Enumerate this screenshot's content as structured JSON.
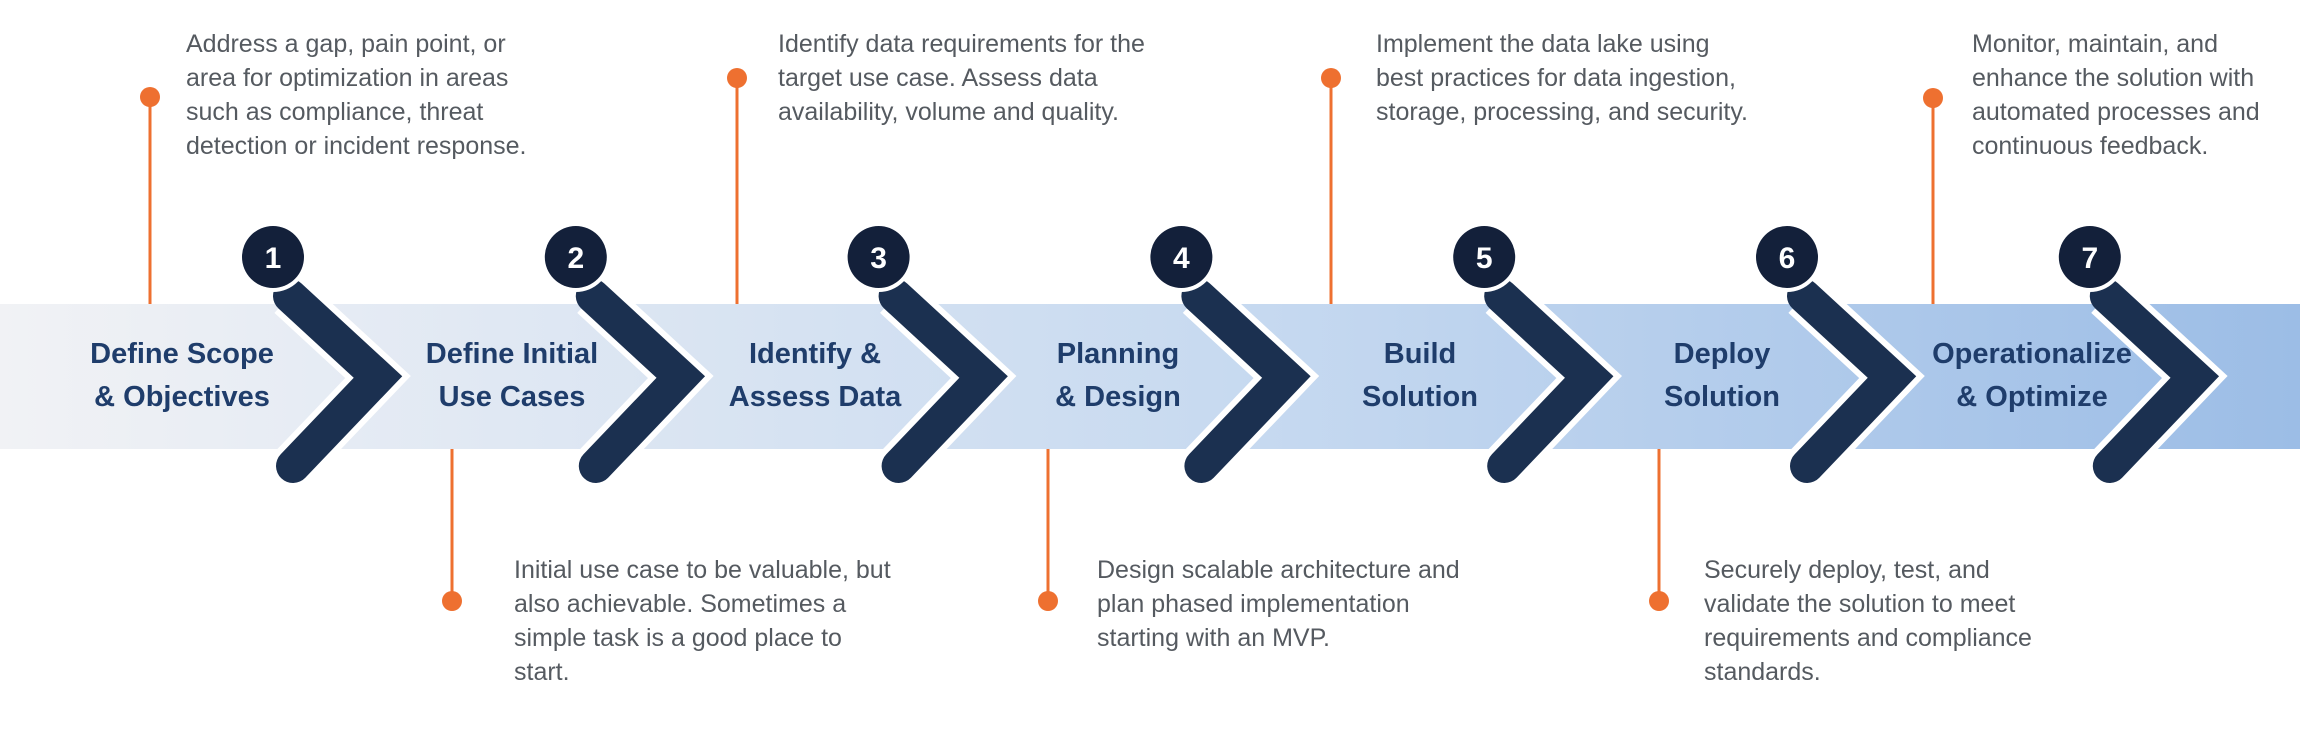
{
  "colors": {
    "accent": "#ee7030",
    "chevron": "#1b3050",
    "badge": "#13203a",
    "label_text": "#1f3d6b",
    "description_text": "#555a60",
    "band_start": "#f1f2f5",
    "band_mid": "#c6d9f0",
    "band_end": "#9cbde6"
  },
  "steps": [
    {
      "number": "1",
      "label": "Define Scope\n& Objectives",
      "description": "Address a gap, pain point, or\narea for optimization in areas\nsuch as compliance, threat\ndetection or incident response.",
      "callout_position": "top"
    },
    {
      "number": "2",
      "label": "Define Initial\nUse Cases",
      "description": "Initial use case to be valuable, but\nalso achievable. Sometimes a\nsimple task is a good place to\nstart.",
      "callout_position": "bottom"
    },
    {
      "number": "3",
      "label": "Identify &\nAssess Data",
      "description": "Identify data requirements for the\ntarget use case. Assess data\navailability, volume and quality.",
      "callout_position": "top"
    },
    {
      "number": "4",
      "label": "Planning\n&  Design",
      "description": "Design scalable architecture and\nplan phased implementation\nstarting with an MVP.",
      "callout_position": "bottom"
    },
    {
      "number": "5",
      "label": "Build\nSolution",
      "description": "Implement the data lake using\nbest practices for data ingestion,\nstorage, processing, and security.",
      "callout_position": "top"
    },
    {
      "number": "6",
      "label": "Deploy\nSolution",
      "description": "Securely deploy, test, and\nvalidate the solution to meet\nrequirements and compliance\nstandards.",
      "callout_position": "bottom"
    },
    {
      "number": "7",
      "label": "Operationalize\n& Optimize",
      "description": "Monitor, maintain, and\nenhance the solution with\nautomated processes and\ncontinuous feedback.",
      "callout_position": "top"
    }
  ]
}
